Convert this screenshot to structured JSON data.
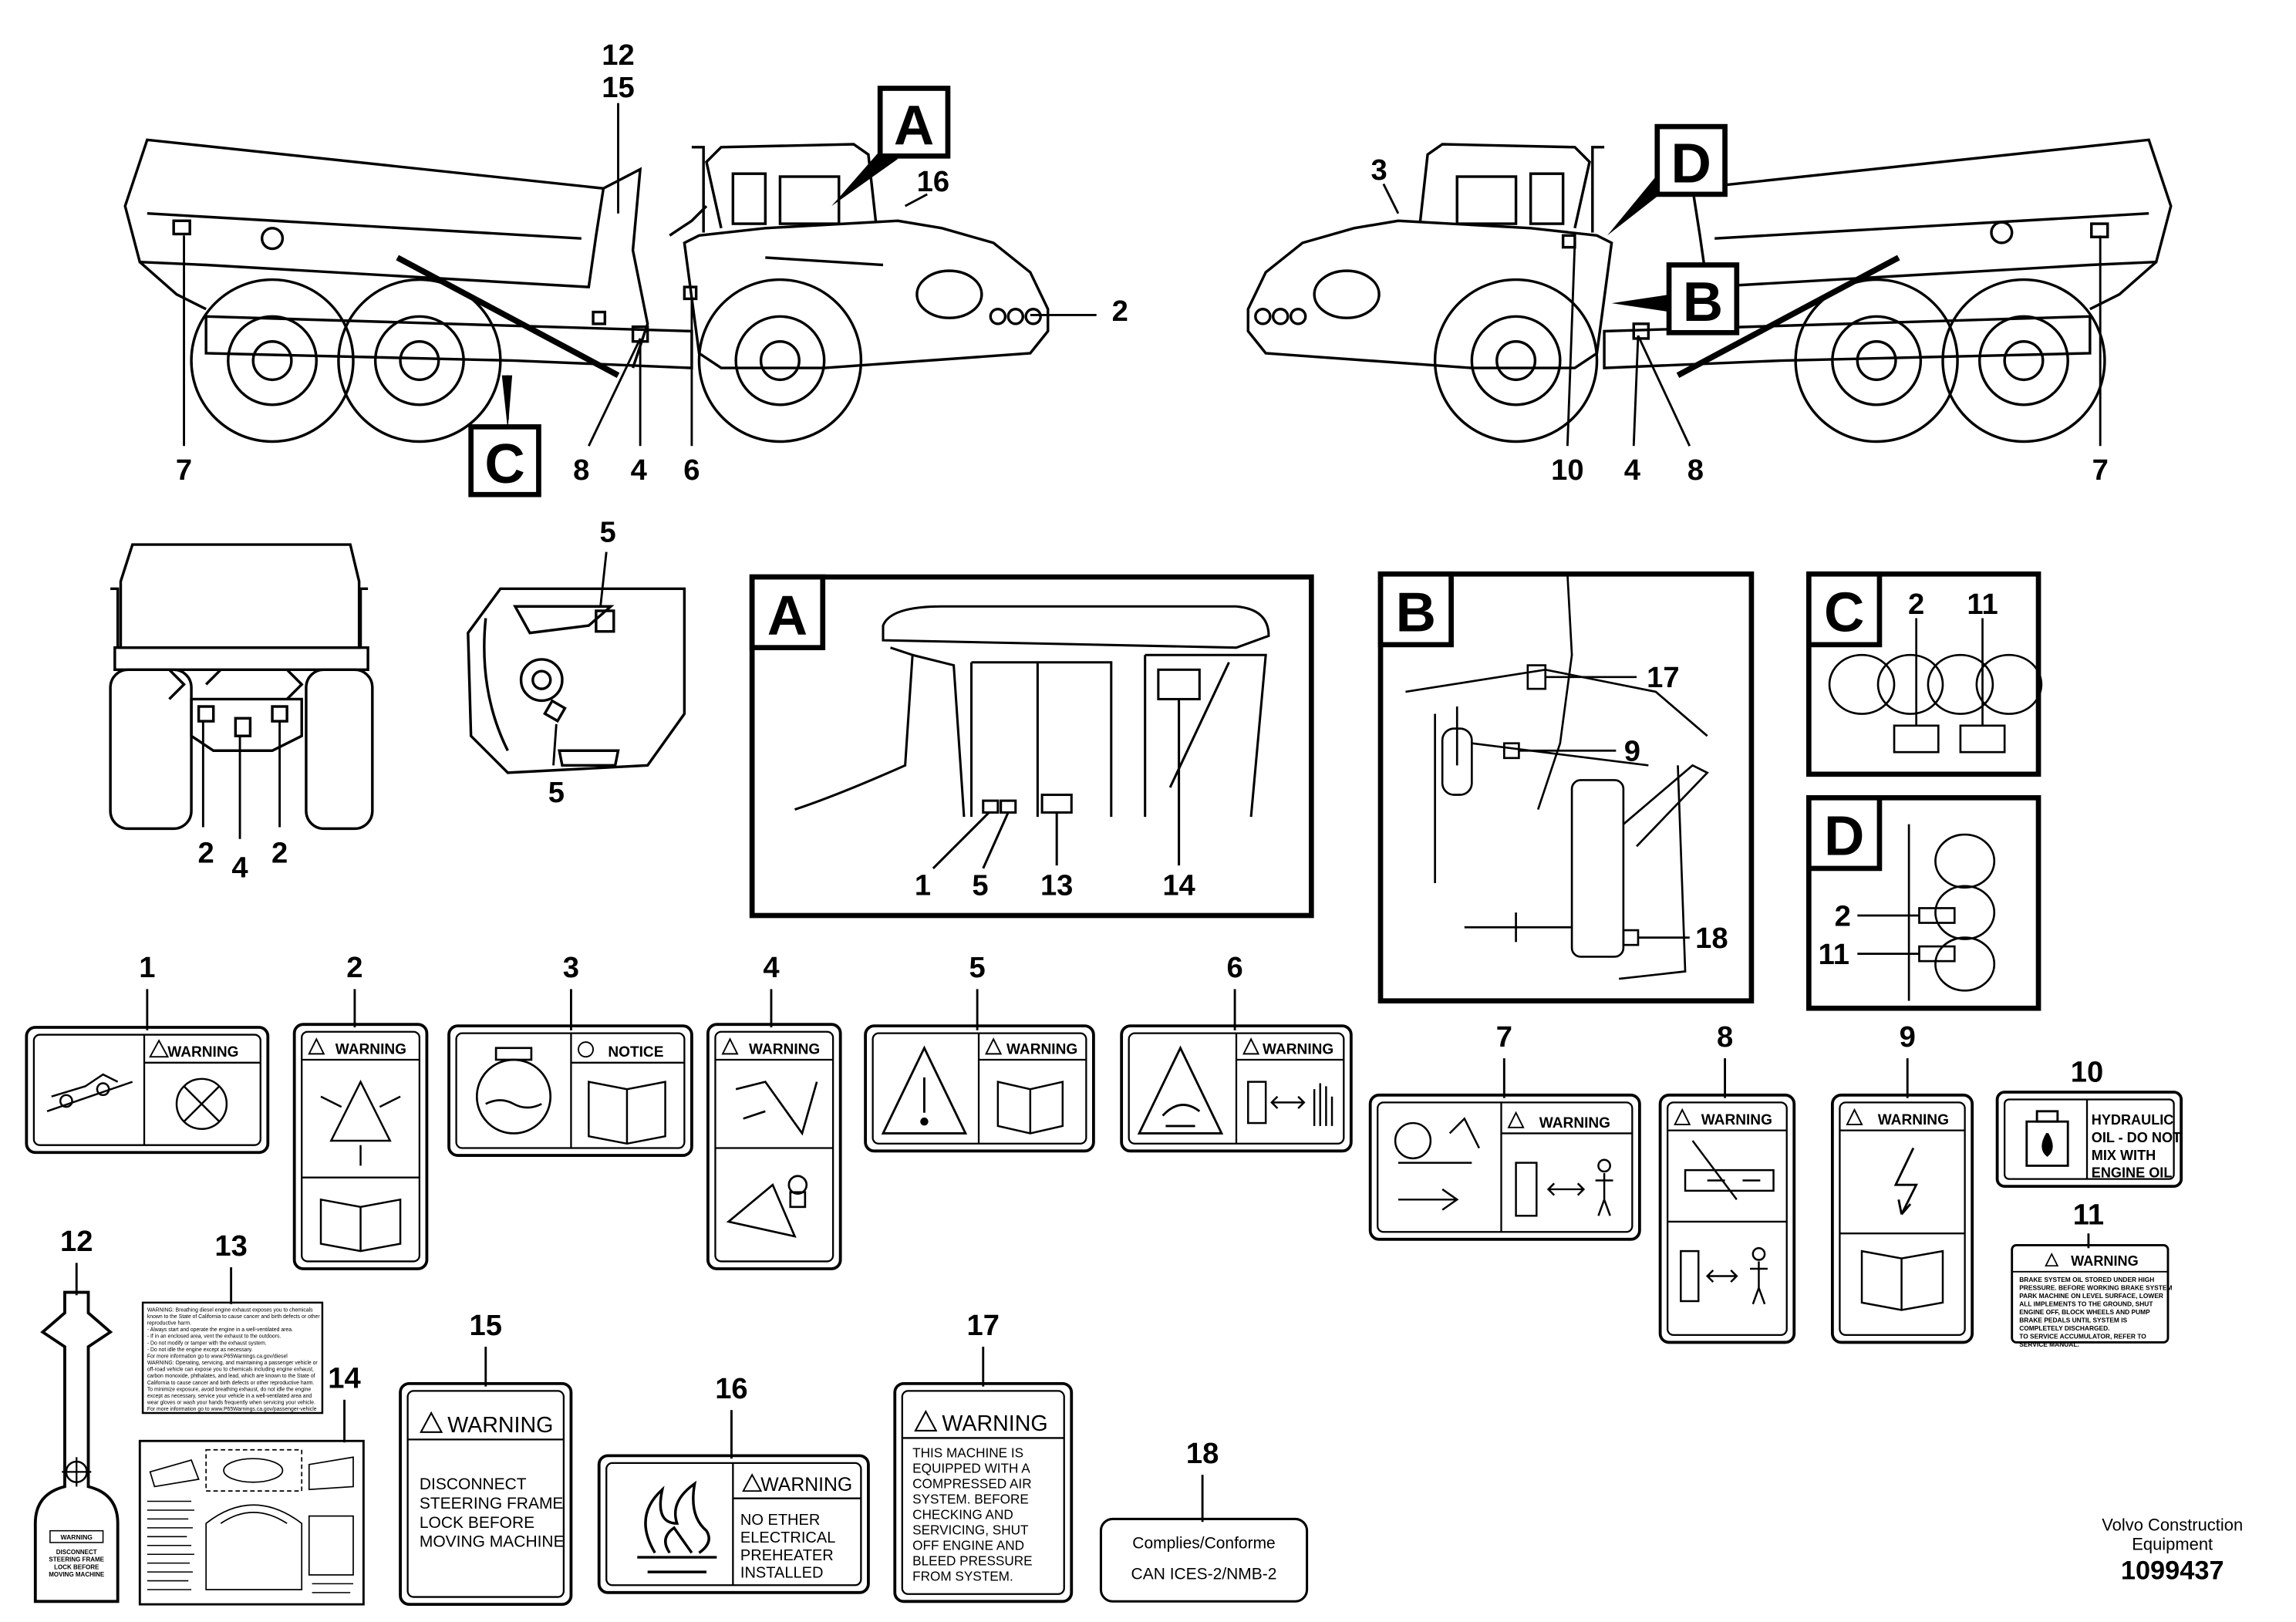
{
  "footer": {
    "company": "Volvo Construction Equipment",
    "part_number": "1099437"
  },
  "views": {
    "A": "A",
    "B": "B",
    "C": "C",
    "D": "D"
  },
  "callouts": {
    "truck_left": [
      "12",
      "15",
      "16",
      "2",
      "7",
      "8",
      "4",
      "6"
    ],
    "truck_right": [
      "3",
      "10",
      "4",
      "8",
      "7"
    ],
    "rear": [
      "2",
      "4",
      "2"
    ],
    "steering": [
      "5",
      "5"
    ],
    "detail_a": [
      "1",
      "5",
      "13",
      "14"
    ],
    "detail_b": [
      "17",
      "9",
      "18"
    ],
    "detail_c": [
      "2",
      "11"
    ],
    "detail_d": [
      "2",
      "11"
    ]
  },
  "decals": {
    "d1": {
      "number": "1",
      "header": "WARNING",
      "icon": "no-steer-icon"
    },
    "d2": {
      "number": "2",
      "header": "WARNING",
      "icon": "pressure-icon"
    },
    "d3": {
      "number": "3",
      "header": "NOTICE",
      "icon": "coolant-icon"
    },
    "d4": {
      "number": "4",
      "header": "WARNING",
      "icon": "lock-icon"
    },
    "d5": {
      "number": "5",
      "header": "WARNING",
      "icon": "alert-triangle-icon"
    },
    "d6": {
      "number": "6",
      "header": "WARNING",
      "icon": "burn-icon"
    },
    "d7": {
      "number": "7",
      "header": "WARNING",
      "icon": "runover-icon"
    },
    "d8": {
      "number": "8",
      "header": "WARNING",
      "icon": "crush-icon"
    },
    "d9": {
      "number": "9",
      "header": "WARNING",
      "icon": "electric-icon"
    },
    "d10": {
      "number": "10",
      "text": [
        "HYDRAULIC",
        "OIL - DO NOT",
        "MIX WITH",
        "ENGINE OIL"
      ]
    },
    "d11": {
      "number": "11",
      "header": "WARNING",
      "text": [
        "BRAKE SYSTEM OIL STORED UNDER HIGH",
        "PRESSURE. BEFORE WORKING BRAKE SYSTEM",
        "PARK MACHINE ON LEVEL SURFACE, LOWER",
        "ALL IMPLEMENTS TO THE GROUND, SHUT",
        "ENGINE OFF, BLOCK WHEELS AND PUMP",
        "BRAKE PEDALS UNTIL SYSTEM IS",
        "COMPLETELY DISCHARGED.",
        "TO SERVICE ACCUMULATOR, REFER TO",
        "SERVICE MANUAL."
      ]
    },
    "d12": {
      "number": "12",
      "header": "WARNING",
      "text": [
        "DISCONNECT",
        "STEERING FRAME",
        "LOCK BEFORE",
        "MOVING MACHINE"
      ]
    },
    "d13": {
      "number": "13",
      "text": [
        "WARNING: Breathing diesel engine exhaust exposes you to chemicals",
        "known to the State of California to cause cancer and birth defects or other",
        "reproductive harm.",
        "- Always start and operate the engine in a well-ventilated area.",
        "- If in an enclosed area, vent the exhaust to the outdoors.",
        "- Do not modify or tamper with the exhaust system.",
        "- Do not idle the engine except as necessary.",
        "For more information go to www.P65Warnings.ca.gov/diesel",
        "WARNING: Operating, servicing, and maintaining a passenger vehicle or",
        "off-road vehicle can expose you to chemicals including engine exhaust,",
        "carbon monoxide, phthalates, and lead, which are known to the State of",
        "California to cause cancer and birth defects or other reproductive harm.",
        "To minimize exposure, avoid breathing exhaust, do not idle the engine",
        "except as necessary, service your vehicle in a well-ventilated area and",
        "wear gloves or wash your hands frequently when servicing your vehicle.",
        "For more information go to www.P65Warnings.ca.gov/passenger-vehicle"
      ]
    },
    "d14": {
      "number": "14"
    },
    "d15": {
      "number": "15",
      "header": "WARNING",
      "text": [
        "DISCONNECT",
        "STEERING FRAME",
        "LOCK BEFORE",
        "MOVING MACHINE"
      ]
    },
    "d16": {
      "number": "16",
      "header": "WARNING",
      "text": [
        "NO ETHER",
        "ELECTRICAL",
        "PREHEATER",
        "INSTALLED"
      ]
    },
    "d17": {
      "number": "17",
      "header": "WARNING",
      "text": [
        "THIS MACHINE IS",
        "EQUIPPED WITH A",
        "COMPRESSED AIR",
        "SYSTEM. BEFORE",
        "CHECKING AND",
        "SERVICING, SHUT",
        "OFF ENGINE AND",
        "BLEED PRESSURE",
        "FROM SYSTEM."
      ]
    },
    "d18": {
      "number": "18",
      "text": [
        "Complies/Conforme",
        "CAN ICES-2/NMB-2"
      ]
    }
  }
}
